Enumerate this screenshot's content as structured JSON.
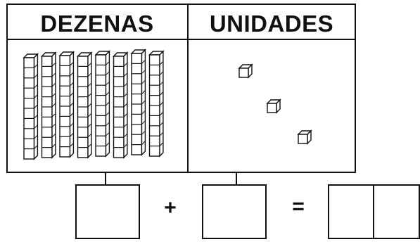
{
  "headers": {
    "tens": "DEZENAS",
    "units": "UNIDADES"
  },
  "blocks": {
    "tens_rods": 8,
    "cubes_per_rod": 10,
    "unit_cubes": 3
  },
  "operators": {
    "plus": "+",
    "equals": "="
  },
  "colors": {
    "line": "#111111",
    "fill": "#ffffff"
  }
}
